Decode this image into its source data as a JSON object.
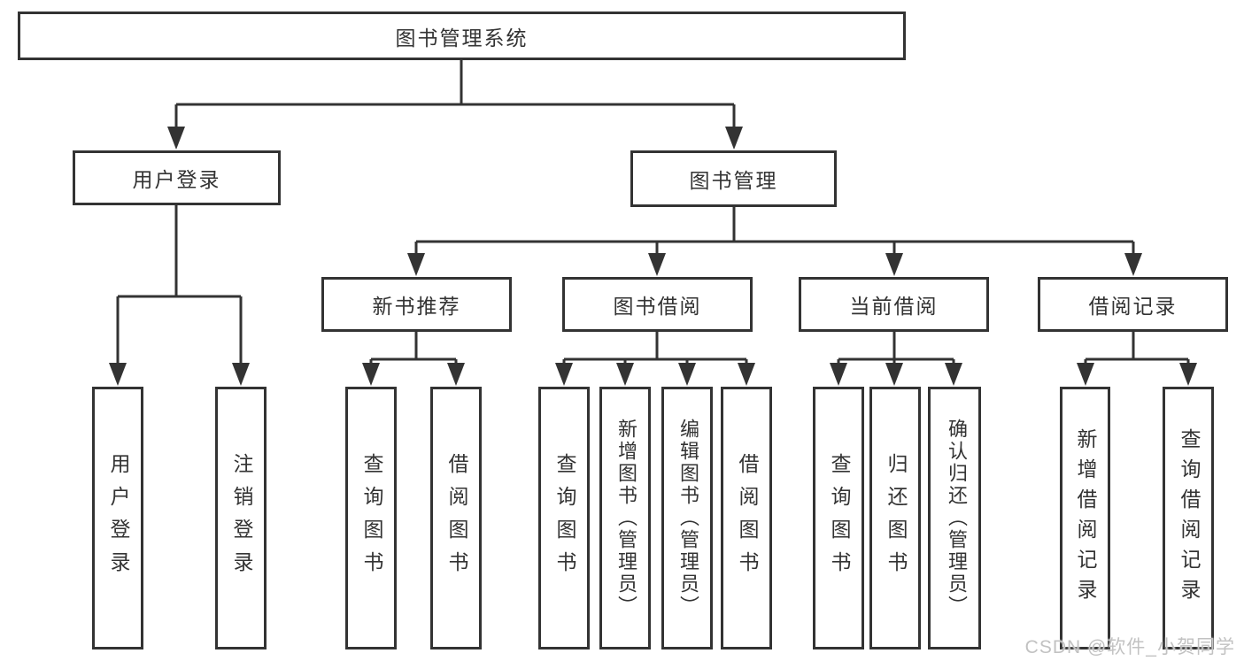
{
  "diagram": {
    "root": {
      "label": "图书管理系统"
    },
    "level2": [
      {
        "label": "用户登录",
        "leaves": [
          {
            "label": "用户登录"
          },
          {
            "label": "注销登录"
          }
        ]
      },
      {
        "label": "图书管理",
        "groups": [
          {
            "label": "新书推荐",
            "leaves": [
              {
                "label": "查询图书"
              },
              {
                "label": "借阅图书"
              }
            ]
          },
          {
            "label": "图书借阅",
            "leaves": [
              {
                "label": "查询图书"
              },
              {
                "label": "新增图书（管理员）"
              },
              {
                "label": "编辑图书（管理员）"
              },
              {
                "label": "借阅图书"
              }
            ]
          },
          {
            "label": "当前借阅",
            "leaves": [
              {
                "label": "查询图书"
              },
              {
                "label": "归还图书"
              },
              {
                "label": "确认归还（管理员）"
              }
            ]
          },
          {
            "label": "借阅记录",
            "leaves": [
              {
                "label": "新增借阅记录"
              },
              {
                "label": "查询借阅记录"
              }
            ]
          }
        ]
      }
    ]
  },
  "watermark": {
    "text": "CSDN @软件_小贺同学"
  },
  "colors": {
    "line": "#333333",
    "text": "#333333",
    "watermark": "#c2c2c2",
    "background": "#ffffff"
  }
}
